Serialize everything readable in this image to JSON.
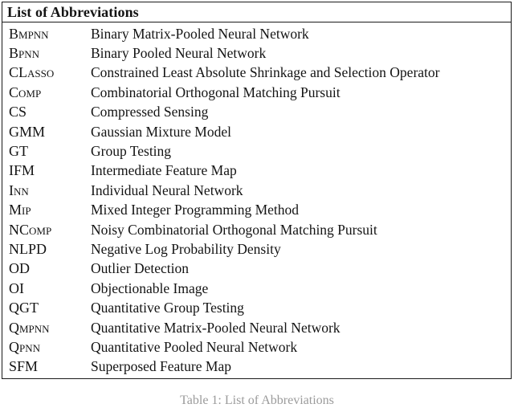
{
  "colors": {
    "background": "#ffffff",
    "text": "#141414",
    "border": "#1a1a1a",
    "caption": "#9b9b9b"
  },
  "table": {
    "header": "List of Abbreviations",
    "rows": [
      {
        "abbr": "Bmpnn",
        "definition": "Binary Matrix-Pooled Neural Network"
      },
      {
        "abbr": "Bpnn",
        "definition": "Binary Pooled Neural Network"
      },
      {
        "abbr": "CLasso",
        "definition": "Constrained Least Absolute Shrinkage and Selection Operator"
      },
      {
        "abbr": "Comp",
        "definition": "Combinatorial Orthogonal Matching Pursuit"
      },
      {
        "abbr": "CS",
        "definition": "Compressed Sensing"
      },
      {
        "abbr": "GMM",
        "definition": "Gaussian Mixture Model"
      },
      {
        "abbr": "GT",
        "definition": "Group Testing"
      },
      {
        "abbr": "IFM",
        "definition": "Intermediate Feature Map"
      },
      {
        "abbr": "Inn",
        "definition": "Individual Neural Network"
      },
      {
        "abbr": "Mip",
        "definition": "Mixed Integer Programming Method"
      },
      {
        "abbr": "NComp",
        "definition": "Noisy Combinatorial Orthogonal Matching Pursuit"
      },
      {
        "abbr": "NLPD",
        "definition": "Negative Log Probability Density"
      },
      {
        "abbr": "OD",
        "definition": "Outlier Detection"
      },
      {
        "abbr": "OI",
        "definition": "Objectionable Image"
      },
      {
        "abbr": "QGT",
        "definition": "Quantitative Group Testing"
      },
      {
        "abbr": "Qmpnn",
        "definition": "Quantitative Matrix-Pooled Neural Network"
      },
      {
        "abbr": "Qpnn",
        "definition": "Quantitative Pooled Neural Network"
      },
      {
        "abbr": "SFM",
        "definition": "Superposed Feature Map"
      }
    ]
  },
  "caption": "Table 1: List of Abbreviations"
}
